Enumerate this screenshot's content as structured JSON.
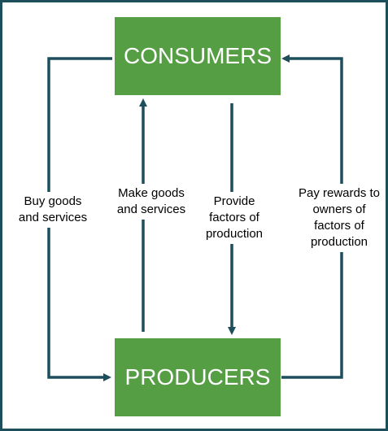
{
  "nodes": {
    "consumers": "CONSUMERS",
    "producers": "PRODUCERS"
  },
  "flows": {
    "buy_goods": "Buy goods and services",
    "make_goods": "Make goods and services",
    "provide_factors": "Provide factors of production",
    "pay_rewards": "Pay rewards to owners of factors of production"
  },
  "colors": {
    "box_fill": "#559e44",
    "line": "#1d4e5c",
    "border": "#1d4e5c"
  }
}
